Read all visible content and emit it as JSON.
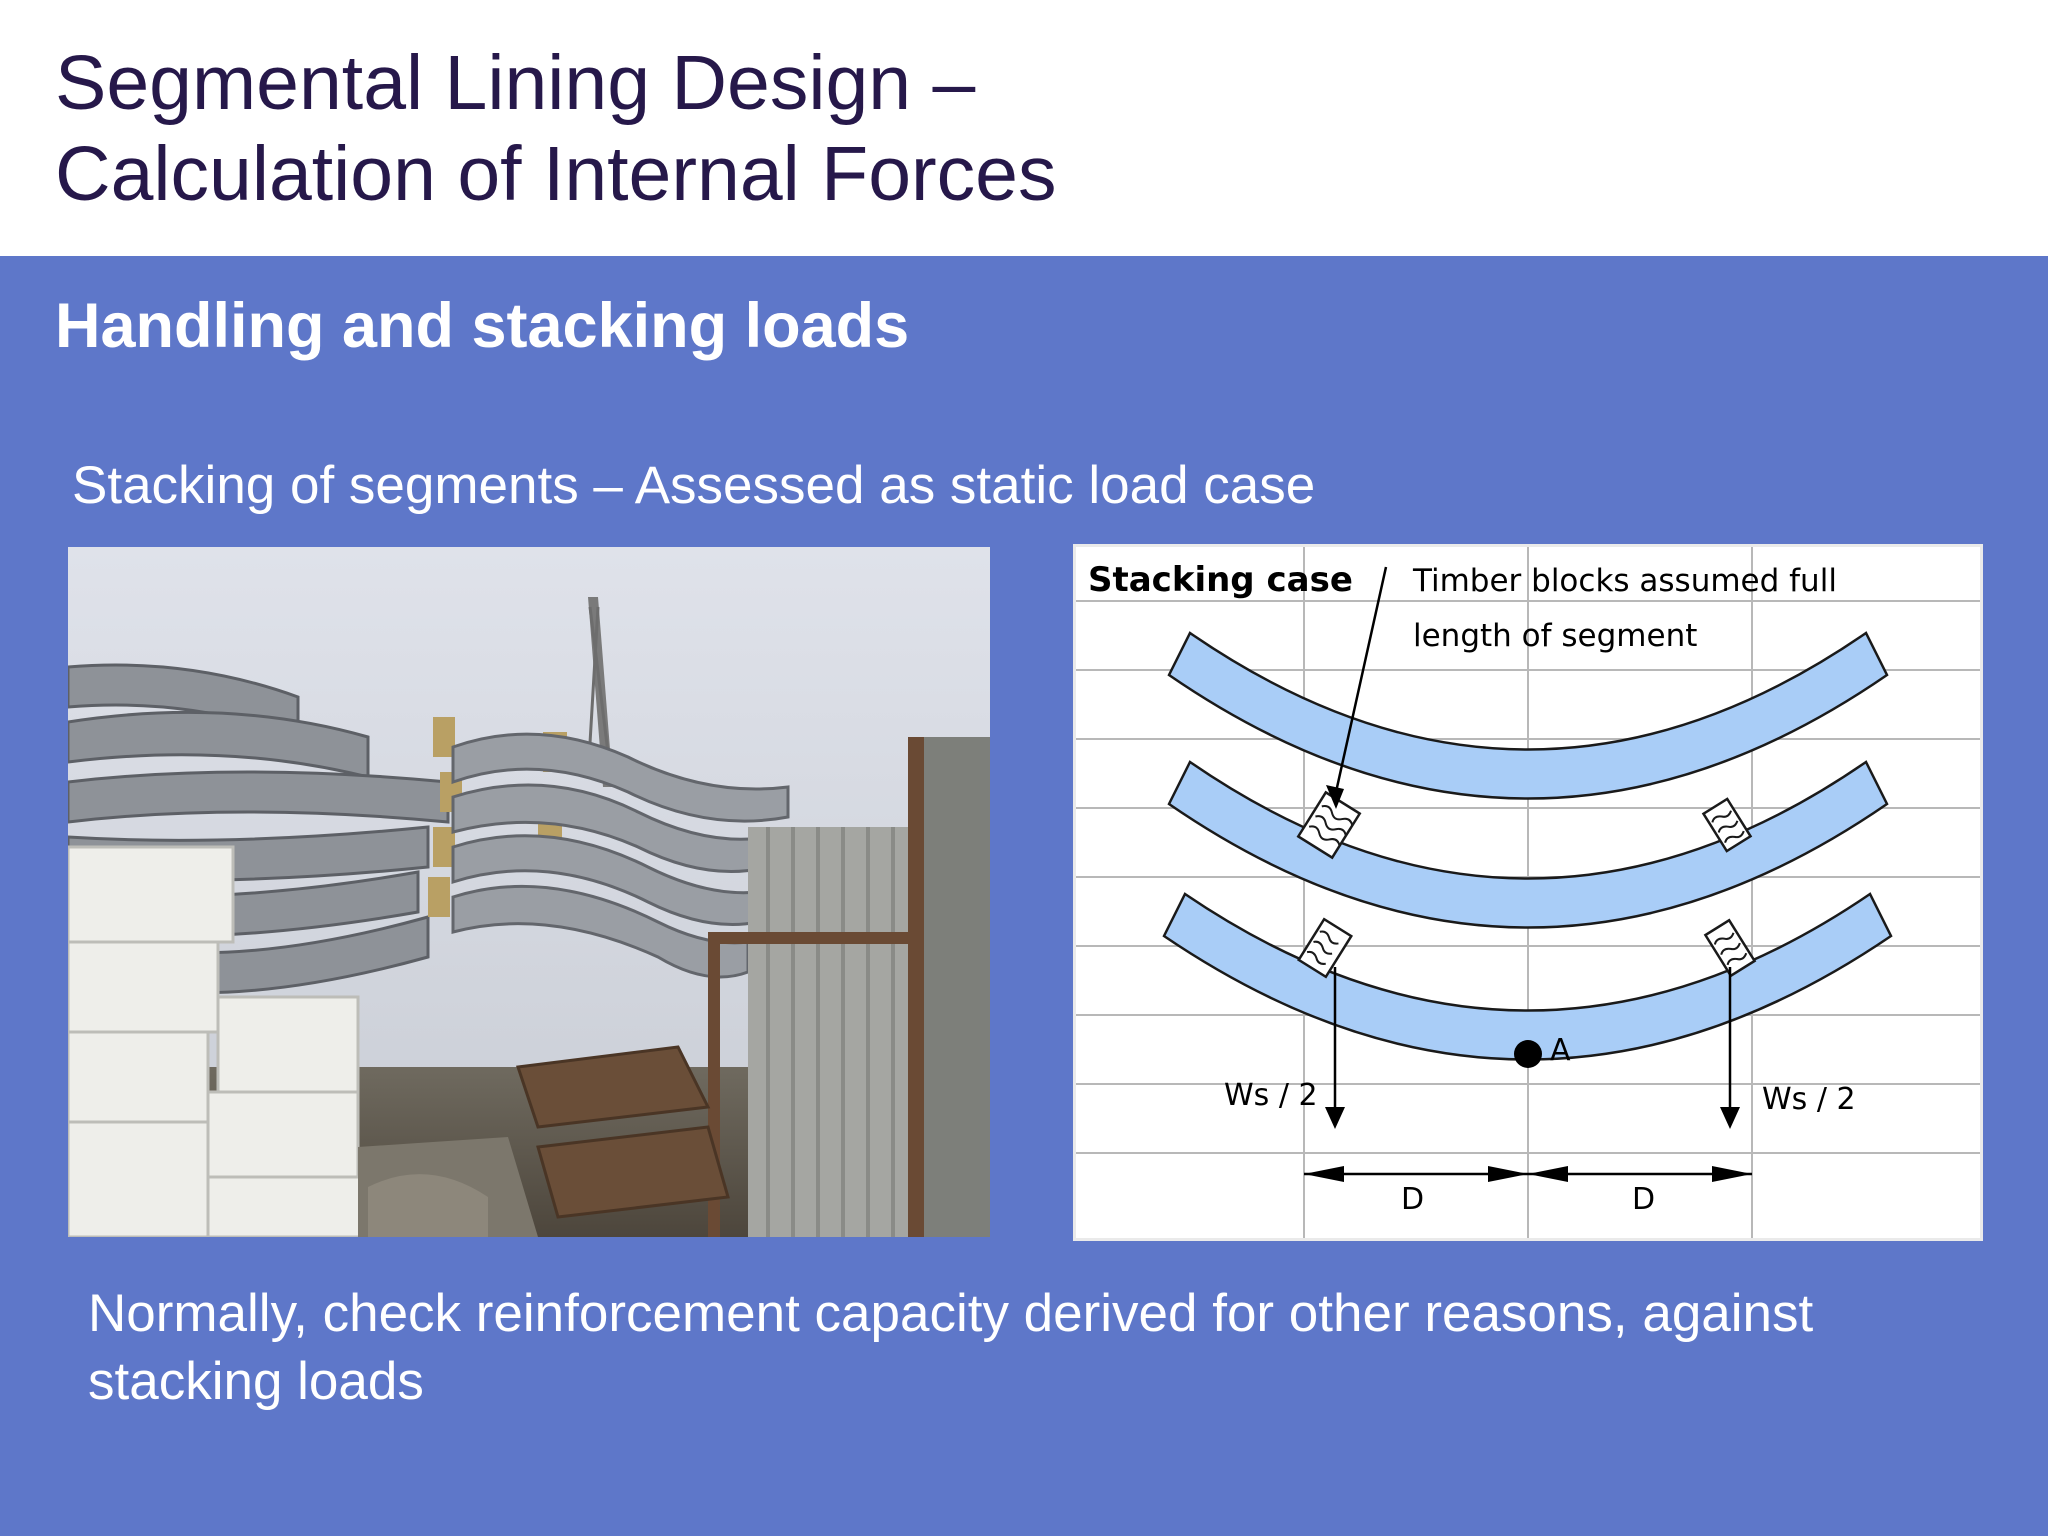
{
  "slide": {
    "title_line1": "Segmental Lining Design –",
    "title_line2": "Calculation of Internal Forces",
    "subtitle": "Handling and stacking loads",
    "point1": "Stacking of segments – Assessed as static load case",
    "point2": "Normally, check reinforcement capacity derived for other reasons, against stacking loads"
  },
  "photo": {
    "icon": "stacked-segments-photo"
  },
  "diagram": {
    "heading": "Stacking case",
    "note_line1": "Timber blocks assumed full",
    "note_line2": "length of segment",
    "point_label": "A",
    "load_left": "Ws / 2",
    "load_right": "Ws / 2",
    "load_sub": "s",
    "dim_left": "D",
    "dim_right": "D",
    "colors": {
      "segment": "#a9cdf7",
      "grid": "#b8b8b8"
    }
  }
}
